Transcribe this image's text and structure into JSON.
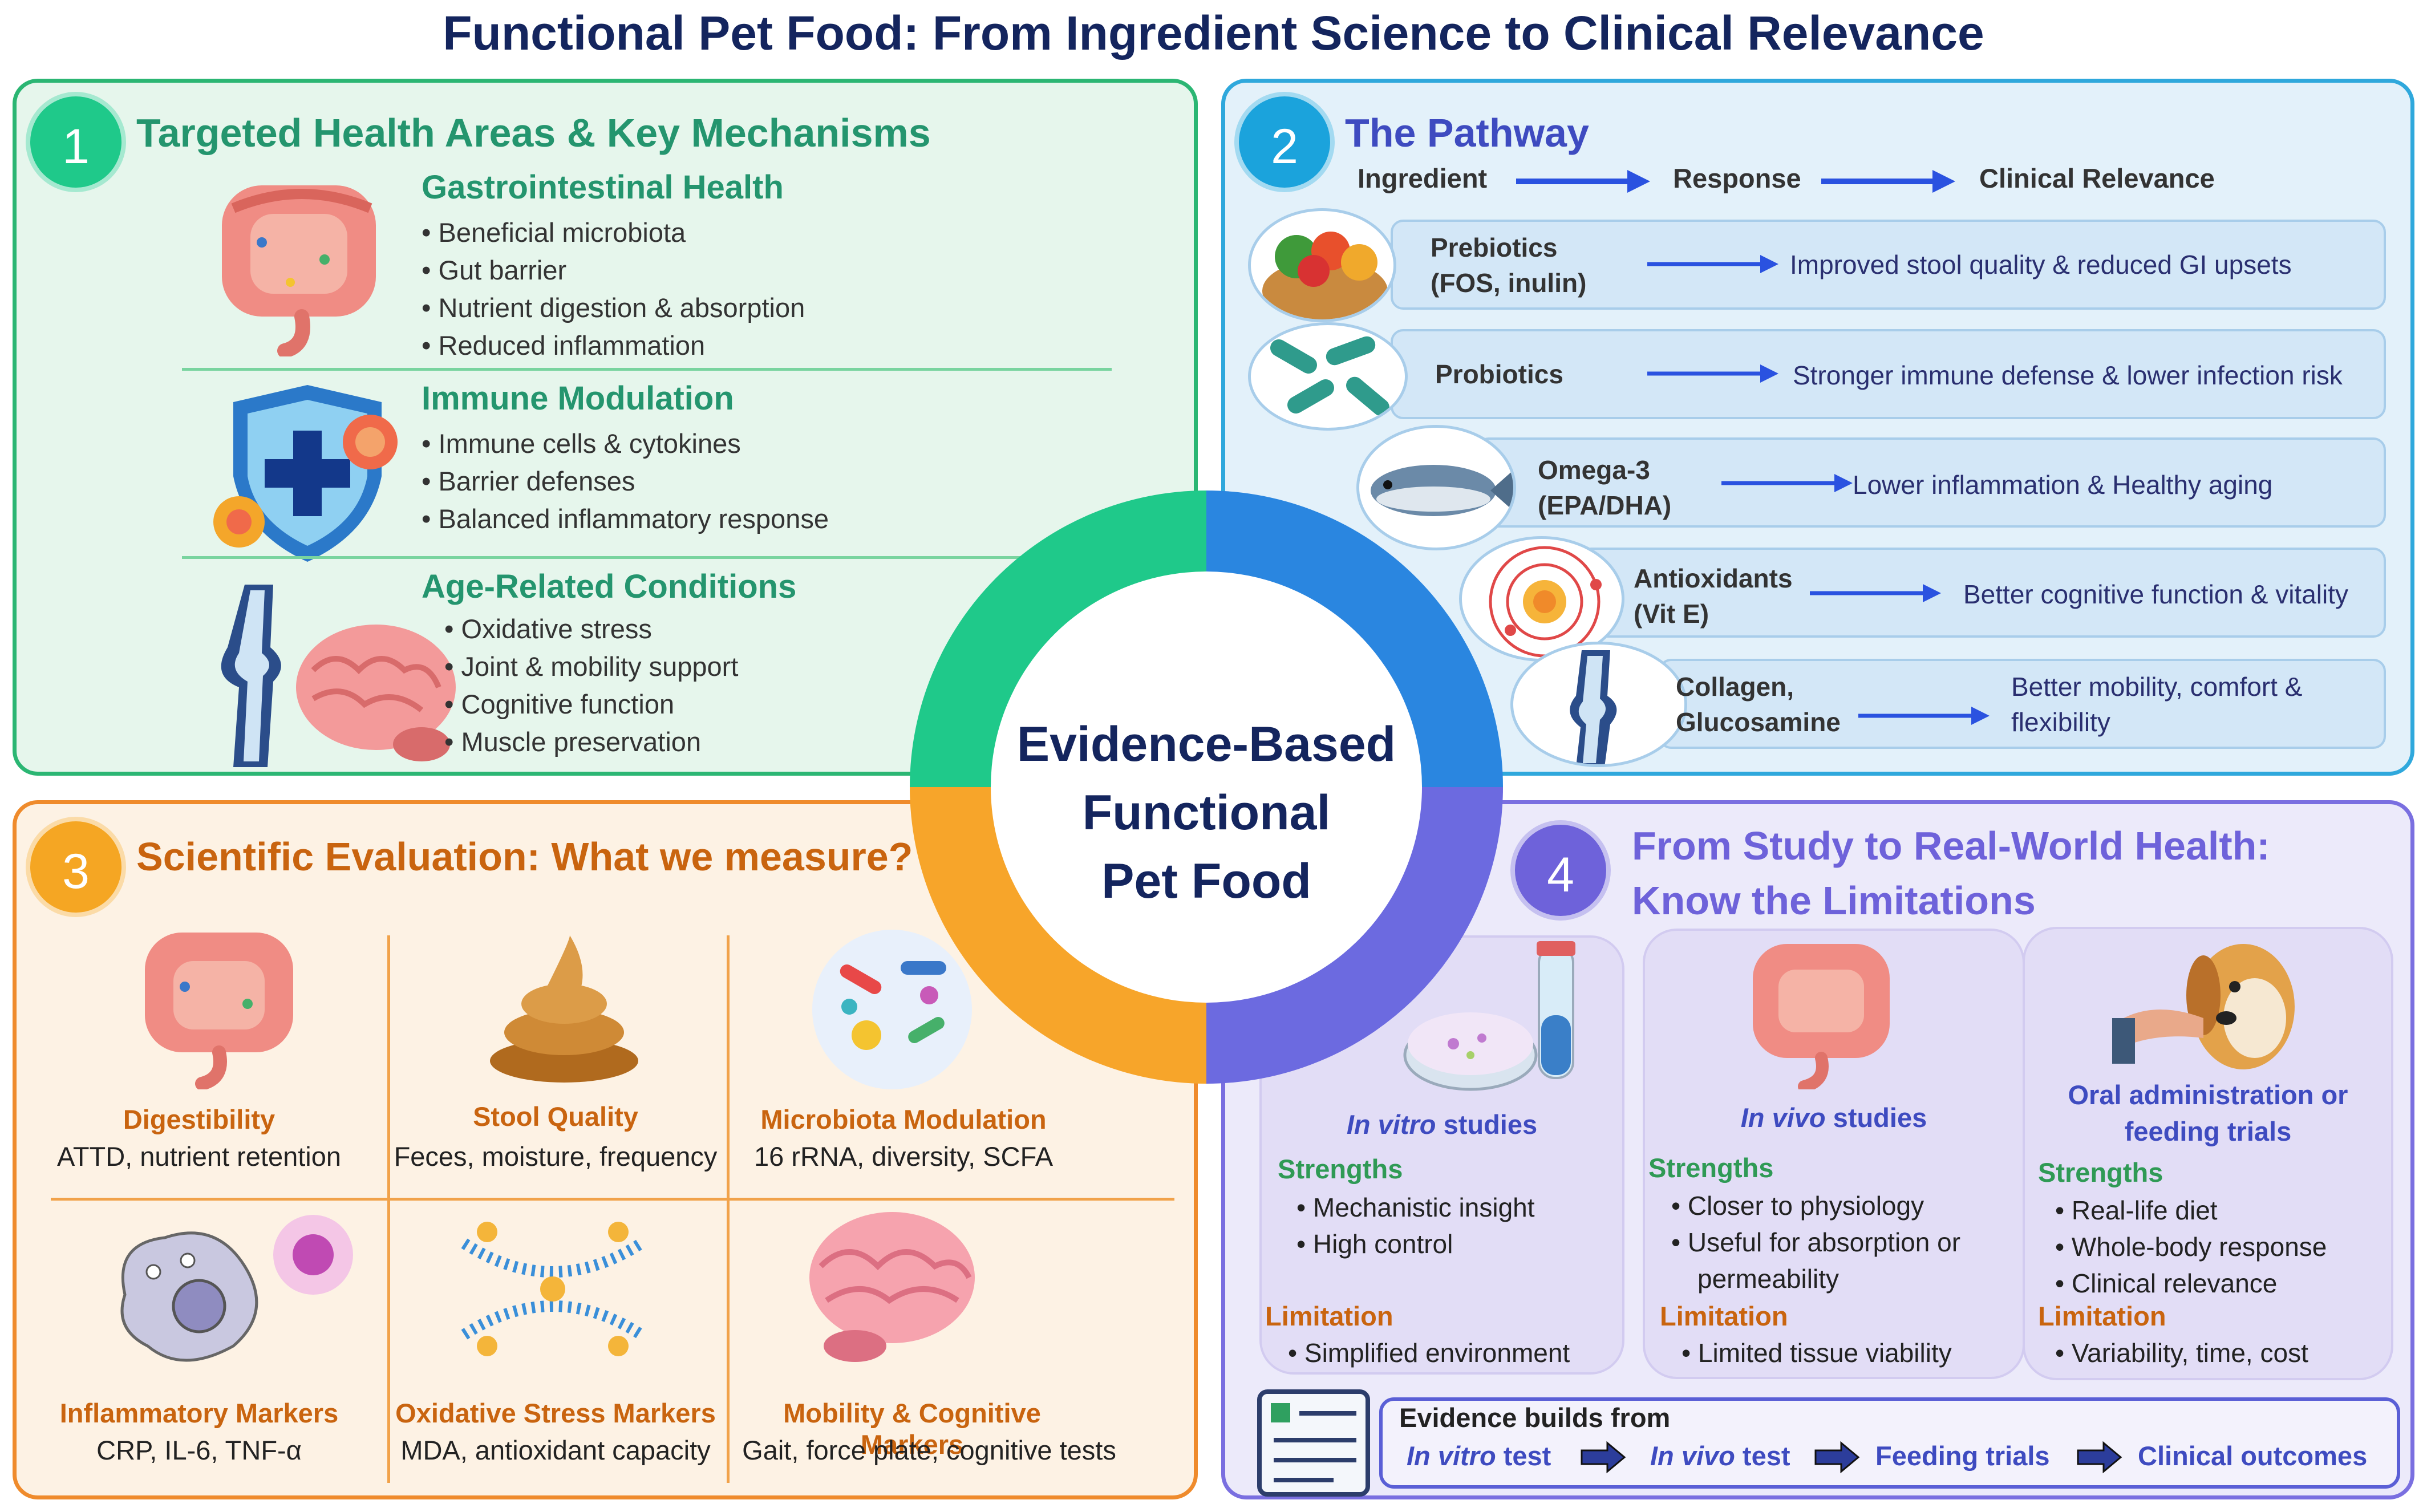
{
  "title": "Functional Pet Food: From Ingredient Science to Clinical Relevance",
  "center": {
    "line1": "Evidence-Based",
    "line2": "Functional",
    "line3": "Pet Food"
  },
  "panel1": {
    "number": "1",
    "title": "Targeted Health Areas & Key Mechanisms",
    "sections": [
      {
        "title": "Gastrointestinal Health",
        "items": [
          "Beneficial microbiota",
          "Gut barrier",
          "Nutrient digestion & absorption",
          "Reduced inflammation"
        ]
      },
      {
        "title": "Immune Modulation",
        "items": [
          "Immune cells & cytokines",
          "Barrier defenses",
          "Balanced inflammatory response"
        ]
      },
      {
        "title": "Age-Related Conditions",
        "items": [
          "Oxidative stress",
          "Joint & mobility support",
          "Cognitive function",
          "Muscle preservation"
        ]
      }
    ]
  },
  "panel2": {
    "number": "2",
    "title": "The Pathway",
    "header": {
      "ingredient": "Ingredient",
      "response": "Response",
      "clinical": "Clinical Relevance"
    },
    "rows": [
      {
        "line1": "Prebiotics",
        "line2": "(FOS, inulin)",
        "text1": "Improved stool quality & reduced GI upsets",
        "text2": ""
      },
      {
        "line1": "Probiotics",
        "line2": "",
        "text1": "Stronger immune defense & lower infection risk",
        "text2": ""
      },
      {
        "line1": "Omega-3",
        "line2": "(EPA/DHA)",
        "text1": "Lower inflammation & Healthy aging",
        "text2": ""
      },
      {
        "line1": "Antioxidants",
        "line2": "(Vit E)",
        "text1": "Better cognitive function & vitality",
        "text2": ""
      },
      {
        "line1": "Collagen,",
        "line2": "Glucosamine",
        "text1": "Better mobility, comfort &",
        "text2": "flexibility"
      }
    ]
  },
  "panel3": {
    "number": "3",
    "title": "Scientific Evaluation: What we measure?",
    "cells": [
      {
        "name": "Digestibility",
        "desc": "ATTD, nutrient retention"
      },
      {
        "name": "Stool Quality",
        "desc": "Feces, moisture, frequency"
      },
      {
        "name": "Microbiota Modulation",
        "desc": "16 rRNA, diversity, SCFA"
      },
      {
        "name": "Inflammatory Markers",
        "desc": "CRP, IL-6, TNF-α"
      },
      {
        "name": "Oxidative Stress Markers",
        "desc": "MDA, antioxidant capacity"
      },
      {
        "name": "Mobility & Cognitive Markers",
        "desc": "Gait, force plate, cognitive  tests"
      }
    ]
  },
  "panel4": {
    "number": "4",
    "title1": "From Study to Real-World Health:",
    "title2": "Know the Limitations",
    "strengths_label": "Strengths",
    "limitation_label": "Limitation",
    "columns": [
      {
        "title_em": "In vitro",
        "title_rest": " studies",
        "title2": "",
        "strengths": [
          "Mechanistic insight",
          "High control"
        ],
        "limitations": [
          "Simplified environment"
        ]
      },
      {
        "title_em": "In vivo",
        "title_rest": " studies",
        "title2": "",
        "strengths": [
          "Closer to physiology",
          "Useful for absorption or",
          "permeability"
        ],
        "limitations": [
          "Limited tissue viability"
        ]
      },
      {
        "title_em": "",
        "title_rest": "Oral administration or",
        "title2": "feeding trials",
        "strengths": [
          "Real-life diet",
          "Whole-body response",
          "Clinical relevance"
        ],
        "limitations": [
          "Variability, time, cost"
        ]
      }
    ],
    "evidence": {
      "label": "Evidence builds from",
      "steps": [
        {
          "em": "In vitro",
          "rest": " test"
        },
        {
          "em": "In vivo",
          "rest": " test"
        },
        {
          "em": "",
          "rest": "Feeding trials"
        },
        {
          "em": "",
          "rest": "Clinical outcomes"
        }
      ]
    }
  },
  "colors": {
    "green": "#2bb673",
    "blue": "#2fa8dc",
    "orange": "#ef8b2c",
    "purple": "#7a6fe0",
    "navy": "#14255e"
  }
}
